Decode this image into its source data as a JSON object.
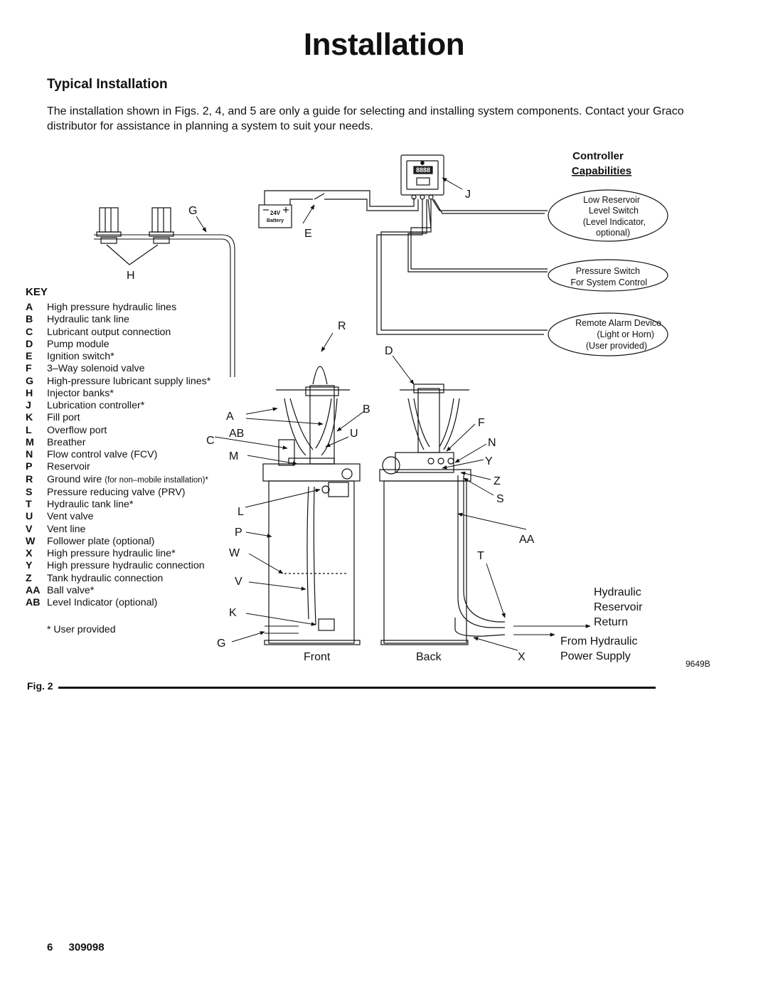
{
  "page": {
    "title": "Installation",
    "section_title": "Typical Installation",
    "intro": "The installation shown in Figs. 2, 4, and 5 are only a guide for selecting and installing system components. Contact your Graco distributor for assistance in planning a system to suit your needs."
  },
  "key": {
    "title": "KEY",
    "items": [
      {
        "code": "A",
        "text": "High pressure hydraulic lines"
      },
      {
        "code": "B",
        "text": "Hydraulic tank line"
      },
      {
        "code": "C",
        "text": "Lubricant output connection"
      },
      {
        "code": "D",
        "text": "Pump module"
      },
      {
        "code": "E",
        "text": "Ignition switch*"
      },
      {
        "code": "F",
        "text": "3–Way solenoid valve"
      },
      {
        "code": "G",
        "text": "High-pressure lubricant supply lines*"
      },
      {
        "code": "H",
        "text": "Injector banks*"
      },
      {
        "code": "J",
        "text": "Lubrication controller*"
      },
      {
        "code": "K",
        "text": "Fill port"
      },
      {
        "code": "L",
        "text": "Overflow port"
      },
      {
        "code": "M",
        "text": "Breather"
      },
      {
        "code": "N",
        "text": "Flow control valve (FCV)"
      },
      {
        "code": "P",
        "text": "Reservoir"
      },
      {
        "code": "R",
        "text": "Ground wire",
        "note": "(for non–mobile installation)*"
      },
      {
        "code": "S",
        "text": "Pressure reducing valve (PRV)"
      },
      {
        "code": "T",
        "text": "Hydraulic tank line*"
      },
      {
        "code": "U",
        "text": "Vent valve"
      },
      {
        "code": "V",
        "text": "Vent line"
      },
      {
        "code": "W",
        "text": "Follower plate (optional)"
      },
      {
        "code": "X",
        "text": "High pressure hydraulic line*"
      },
      {
        "code": "Y",
        "text": "High pressure hydraulic connection"
      },
      {
        "code": "Z",
        "text": "Tank hydraulic connection"
      },
      {
        "code": "AA",
        "text": "Ball valve*"
      },
      {
        "code": "AB",
        "text": "Level Indicator (optional)"
      }
    ],
    "user_note": "* User provided"
  },
  "diagram": {
    "controller_heading": "Controller",
    "capabilities_heading": "Capabilities",
    "bubble_low_reservoir": [
      "Low Reservoir",
      "Level Switch",
      "(Level Indicator,",
      "optional)"
    ],
    "bubble_pressure_switch": [
      "Pressure Switch",
      "For System Control"
    ],
    "bubble_alarm": [
      "Remote Alarm Device",
      "(Light or Horn)",
      "(User provided)"
    ],
    "battery_voltage": "24V",
    "battery_label": "Battery",
    "display_digits": "8888",
    "front_label": "Front",
    "back_label": "Back",
    "hydraulic_return": [
      "Hydraulic",
      "Reservoir",
      "Return"
    ],
    "hydraulic_supply": [
      "From Hydraulic",
      "Power Supply"
    ],
    "figure_code": "9649B",
    "callouts": {
      "J": "J",
      "G_top": "G",
      "E": "E",
      "H": "H",
      "R": "R",
      "D": "D",
      "A": "A",
      "B": "B",
      "C": "C",
      "AB": "AB",
      "U": "U",
      "M": "M",
      "L": "L",
      "P": "P",
      "W": "W",
      "V": "V",
      "K": "K",
      "G_bottom": "G",
      "F": "F",
      "N": "N",
      "Y": "Y",
      "Z": "Z",
      "S": "S",
      "AA": "AA",
      "T": "T",
      "X": "X"
    }
  },
  "figure": {
    "label": "Fig. 2"
  },
  "footer": {
    "page_number": "6",
    "doc_number": "309098"
  }
}
